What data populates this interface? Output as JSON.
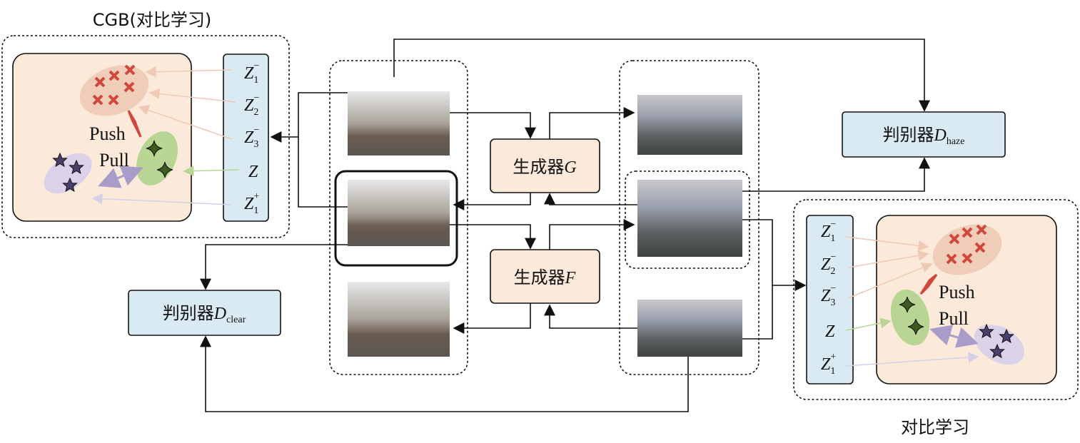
{
  "cgb_title": "CGB(对比学习)",
  "contrast_title": "对比学习",
  "push_label": "Push",
  "pull_label": "Pull",
  "generator_g": {
    "prefix": "生成器",
    "var": "G"
  },
  "generator_f": {
    "prefix": "生成器",
    "var": "F"
  },
  "disc_haze": {
    "prefix": "判别器",
    "var": "D",
    "sub": "haze"
  },
  "disc_clear": {
    "prefix": "判别器",
    "var": "D",
    "sub": "clear"
  },
  "z_labels": [
    {
      "base": "Z",
      "sub": "1",
      "sup": "−"
    },
    {
      "base": "Z",
      "sub": "2",
      "sup": "−"
    },
    {
      "base": "Z",
      "sub": "3",
      "sup": "−"
    },
    {
      "base": "Z",
      "sub": "",
      "sup": ""
    },
    {
      "base": "Z",
      "sub": "1",
      "sup": "+"
    }
  ],
  "colors": {
    "peach": "#fbe9da",
    "blue": "#daeaf2",
    "red": "#d0473c",
    "green": "#b9d593",
    "purple": "#d9d2e8"
  }
}
